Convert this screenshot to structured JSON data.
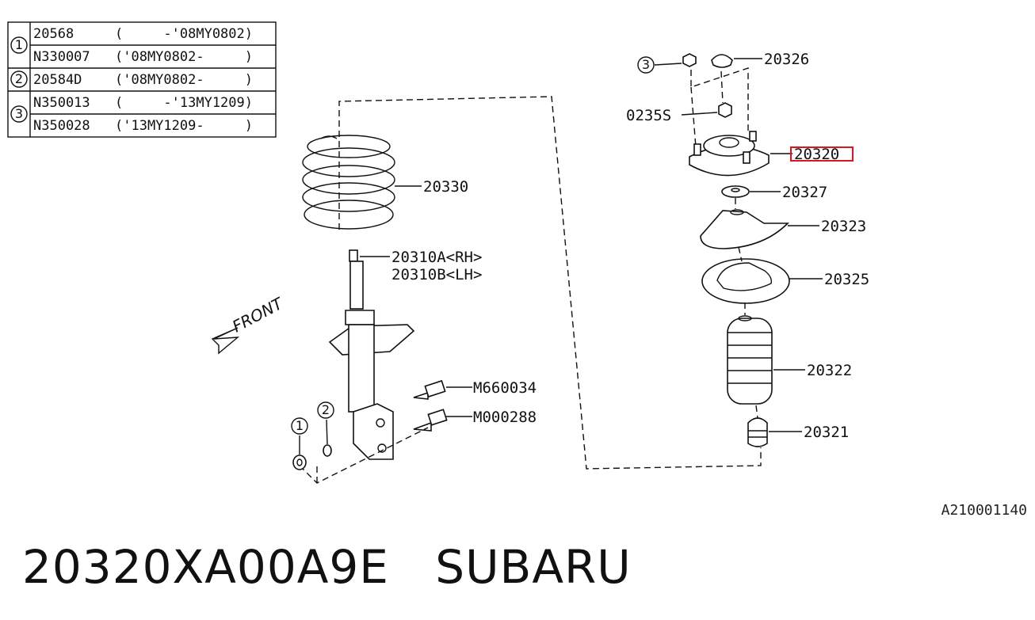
{
  "legend_table": {
    "groups": [
      {
        "marker": "1",
        "rows": [
          {
            "part": "20568",
            "range": "(     -'08MY0802)"
          },
          {
            "part": "N330007",
            "range": "('08MY0802-     )"
          }
        ]
      },
      {
        "marker": "2",
        "rows": [
          {
            "part": "20584D",
            "range": "('08MY0802-     )"
          }
        ]
      },
      {
        "marker": "3",
        "rows": [
          {
            "part": "N350013",
            "range": "(     -'13MY1209)"
          },
          {
            "part": "N350028",
            "range": "('13MY1209-     )"
          }
        ]
      }
    ]
  },
  "callouts": {
    "spring": "20330",
    "strut_rh": "20310A<RH>",
    "strut_lh": "20310B<LH>",
    "bolt_upper": "M660034",
    "bolt_lower": "M000288",
    "cap": "20326",
    "nut": "0235S",
    "mount": "20320",
    "washer": "20327",
    "seat": "20323",
    "rubber_seat": "20325",
    "boot": "20322",
    "bumper": "20321"
  },
  "markers": {
    "m1": "1",
    "m2": "2",
    "m3": "3"
  },
  "front_label": "FRONT",
  "highlight_color": "#e0141e",
  "diagram_code": "A210001140",
  "title": "20320XA00A9E   SUBARU"
}
